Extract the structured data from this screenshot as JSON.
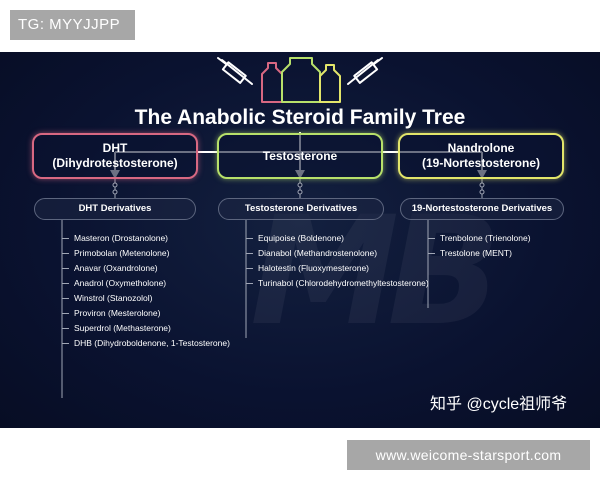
{
  "tag": "TG: MYYJJPP",
  "title": "The Anabolic Steroid Family Tree",
  "watermark": "MB",
  "branches": [
    {
      "name_line1": "DHT",
      "name_line2": "(Dihydrotestosterone)",
      "color": "#d86882",
      "derivatives_label": "DHT Derivatives",
      "items": [
        "Masteron (Drostanolone)",
        "Primobolan (Metenolone)",
        "Anavar (Oxandrolone)",
        "Anadrol (Oxymetholone)",
        "Winstrol (Stanozolol)",
        "Proviron (Mesterolone)",
        "Superdrol (Methasterone)",
        "DHB (Dihydroboldenone, 1-Testosterone)"
      ]
    },
    {
      "name_line1": "Testosterone",
      "name_line2": "",
      "color": "#b7e06a",
      "derivatives_label": "Testosterone Derivatives",
      "items": [
        "Equipoise (Boldenone)",
        "Dianabol (Methandrostenolone)",
        "Halotestin (Fluoxymesterone)",
        "Turinabol (Chlorodehydromethyltestosterone)"
      ]
    },
    {
      "name_line1": "Nandrolone",
      "name_line2": "(19-Nortestosterone)",
      "color": "#e2e56a",
      "derivatives_label": "19-Nortestosterone Derivatives",
      "items": [
        "Trenbolone (Trienolone)",
        "Trestolone (MENT)"
      ]
    }
  ],
  "signature": "知乎 @cycle祖师爷",
  "site": "www.weicome-starsport.com"
}
